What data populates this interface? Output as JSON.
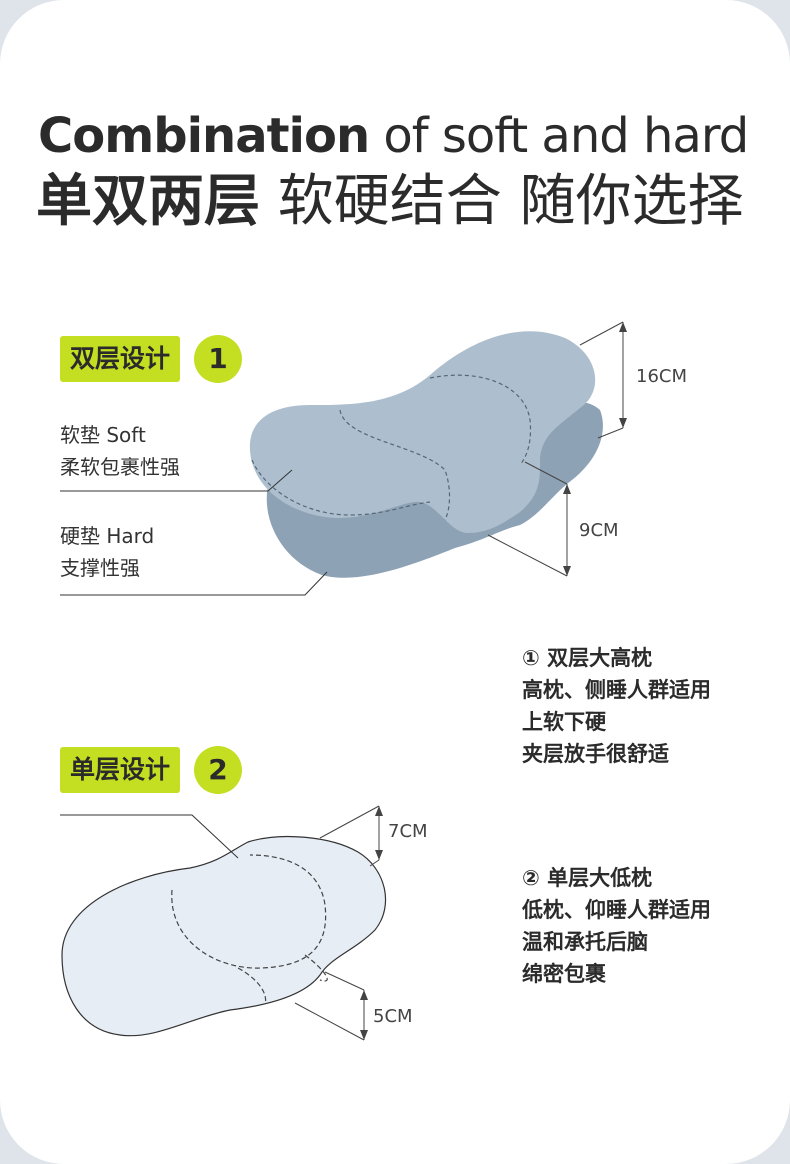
{
  "title": {
    "en_bold": "Combination",
    "en_light": " of soft and hard",
    "cn_bold": "单双两层",
    "cn_light": " 软硬结合 随你选择"
  },
  "double": {
    "tag": "双层设计",
    "number": "1",
    "soft_label": [
      "软垫 Soft",
      "柔软包裹性强"
    ],
    "hard_label": [
      "硬垫 Hard",
      "支撑性强"
    ],
    "dim_top": "16CM",
    "dim_bottom": "9CM",
    "desc": [
      "① 双层大高枕",
      "高枕、侧睡人群适用",
      "上软下硬",
      "夹层放手很舒适"
    ]
  },
  "single": {
    "tag": "单层设计",
    "number": "2",
    "dim_top": "7CM",
    "dim_bottom": "5CM",
    "desc": [
      "② 单层大低枕",
      "低枕、仰睡人群适用",
      "温和承托后脑",
      "绵密包裹"
    ]
  },
  "colors": {
    "accent": "#c4de21",
    "soft_layer": "#adbfce",
    "hard_layer": "#8ea2b5",
    "single_pillow": "#e6edf5"
  }
}
